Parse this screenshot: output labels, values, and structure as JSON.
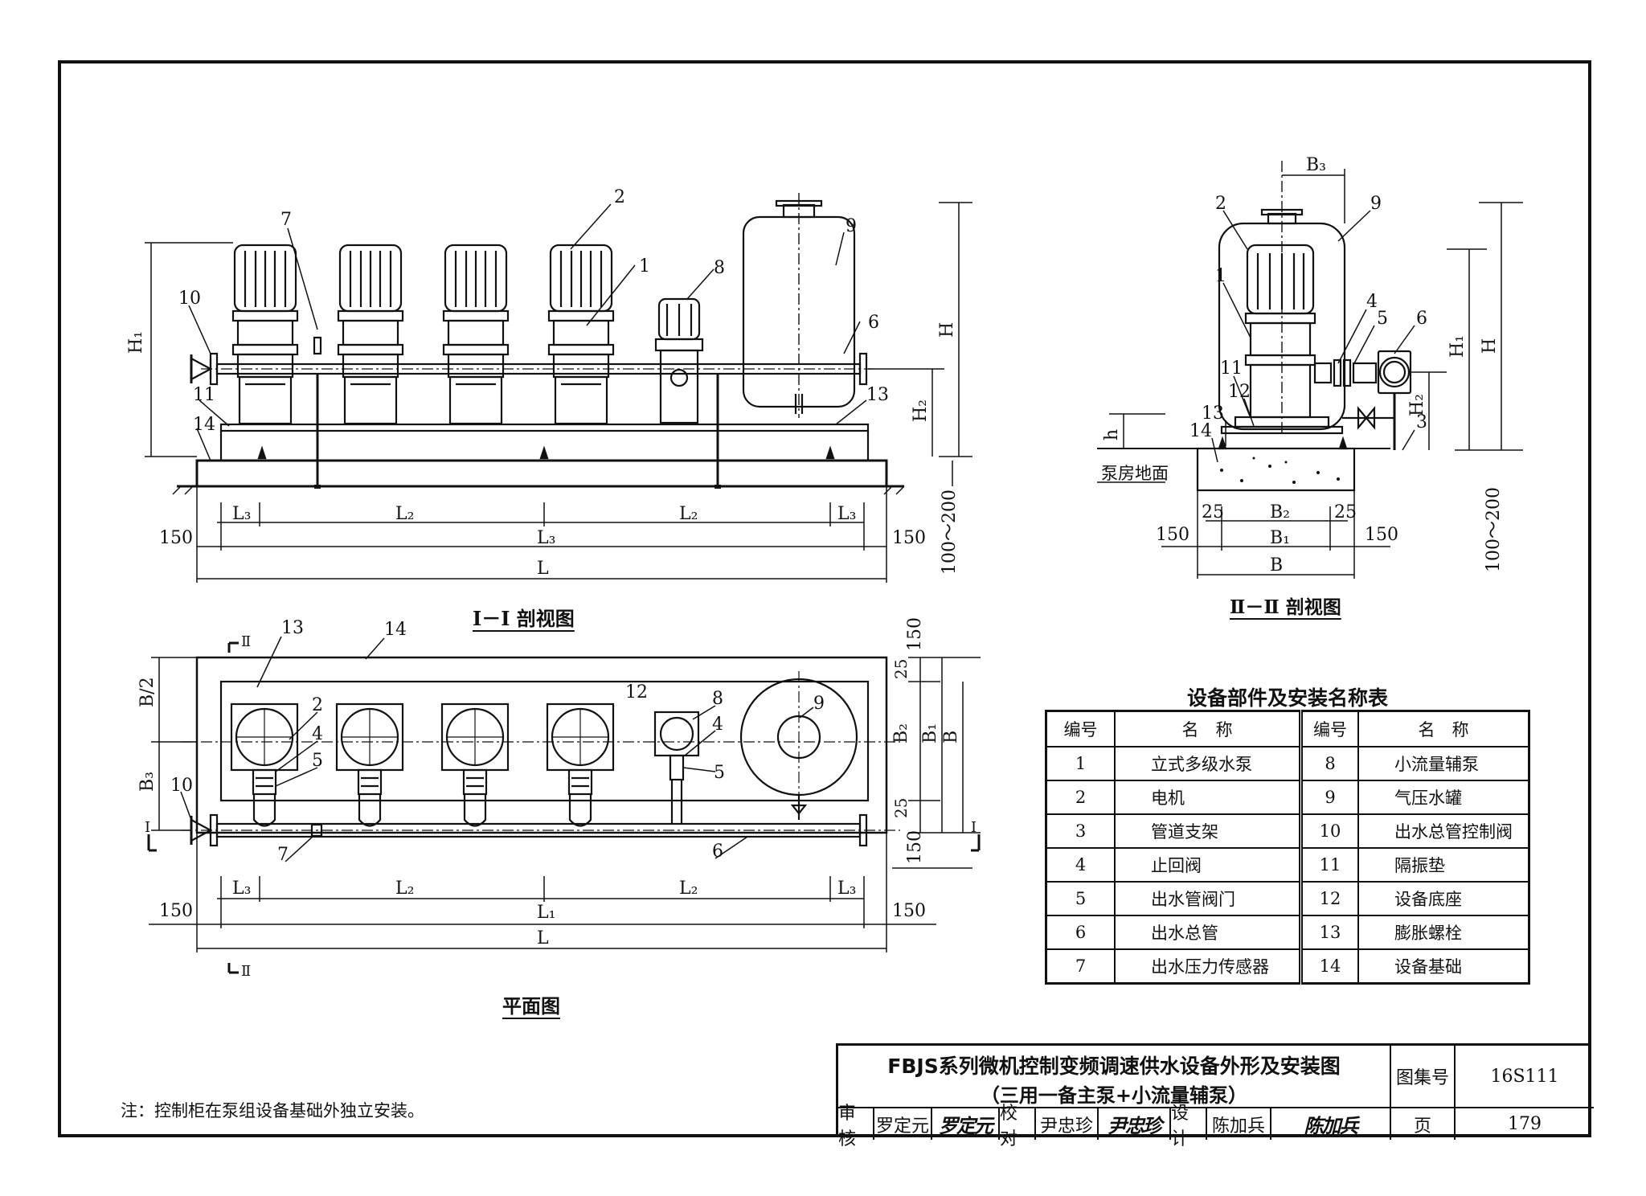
{
  "views": {
    "front": {
      "caption": "Ⅰ－Ⅰ 剖视图",
      "callouts": [
        "7",
        "2",
        "1",
        "8",
        "9",
        "10",
        "6",
        "11",
        "13",
        "14"
      ],
      "dims": {
        "H1": "H₁",
        "H": "H",
        "H2": "H₂",
        "L3": "L₃",
        "L2": "L₂",
        "L3b": "L₃",
        "L": "L",
        "side": "150",
        "base": "100～200"
      }
    },
    "side": {
      "caption": "Ⅱ－Ⅱ 剖视图",
      "callouts": [
        "2",
        "9",
        "1",
        "4",
        "5",
        "6",
        "11",
        "12",
        "13",
        "14",
        "3"
      ],
      "dims": {
        "B3": "B₃",
        "H1": "H₁",
        "H": "H",
        "H2": "H₂",
        "h": "h",
        "B2": "B₂",
        "B1": "B₁",
        "B": "B",
        "gap": "25",
        "side": "150",
        "base": "100～200"
      },
      "floor_label": "泵房地面"
    },
    "plan": {
      "caption": "平面图",
      "callouts": [
        "13",
        "14",
        "2",
        "4",
        "5",
        "12",
        "8",
        "4",
        "5",
        "9",
        "10",
        "7",
        "6"
      ],
      "dims": {
        "B_half": "B/2",
        "B3": "B₃",
        "B2": "B₂",
        "B1": "B₁",
        "B": "B",
        "L1": "L₁",
        "L2": "L₂",
        "L3": "L₃",
        "L": "L",
        "side": "150",
        "gap": "25"
      },
      "section_marks": [
        "Ⅱ",
        "Ⅰ"
      ]
    }
  },
  "parts_table": {
    "title": "设备部件及安装名称表",
    "header": {
      "no": "编号",
      "name": "名　称"
    },
    "rows": [
      {
        "no": "1",
        "name": "立式多级水泵",
        "no2": "8",
        "name2": "小流量辅泵"
      },
      {
        "no": "2",
        "name": "电机",
        "no2": "9",
        "name2": "气压水罐"
      },
      {
        "no": "3",
        "name": "管道支架",
        "no2": "10",
        "name2": "出水总管控制阀"
      },
      {
        "no": "4",
        "name": "止回阀",
        "no2": "11",
        "name2": "隔振垫"
      },
      {
        "no": "5",
        "name": "出水管阀门",
        "no2": "12",
        "name2": "设备底座"
      },
      {
        "no": "6",
        "name": "出水总管",
        "no2": "13",
        "name2": "膨胀螺栓"
      },
      {
        "no": "7",
        "name": "出水压力传感器",
        "no2": "14",
        "name2": "设备基础"
      }
    ]
  },
  "title_block": {
    "title_line1": "FBJS系列微机控制变频调速供水设备外形及安装图",
    "title_line2": "（三用一备主泵+小流量辅泵）",
    "atlas_label": "图集号",
    "atlas_no": "16S111",
    "page_label": "页",
    "page_no": "179",
    "review_label": "审核",
    "reviewer": "罗定元",
    "reviewer_sig": "罗定元",
    "check_label": "校对",
    "checker": "尹忠珍",
    "checker_sig": "尹忠珍",
    "design_label": "设计",
    "designer": "陈加兵",
    "designer_sig": "陈加兵"
  },
  "note": "注：控制柜在泵组设备基础外独立安装。"
}
